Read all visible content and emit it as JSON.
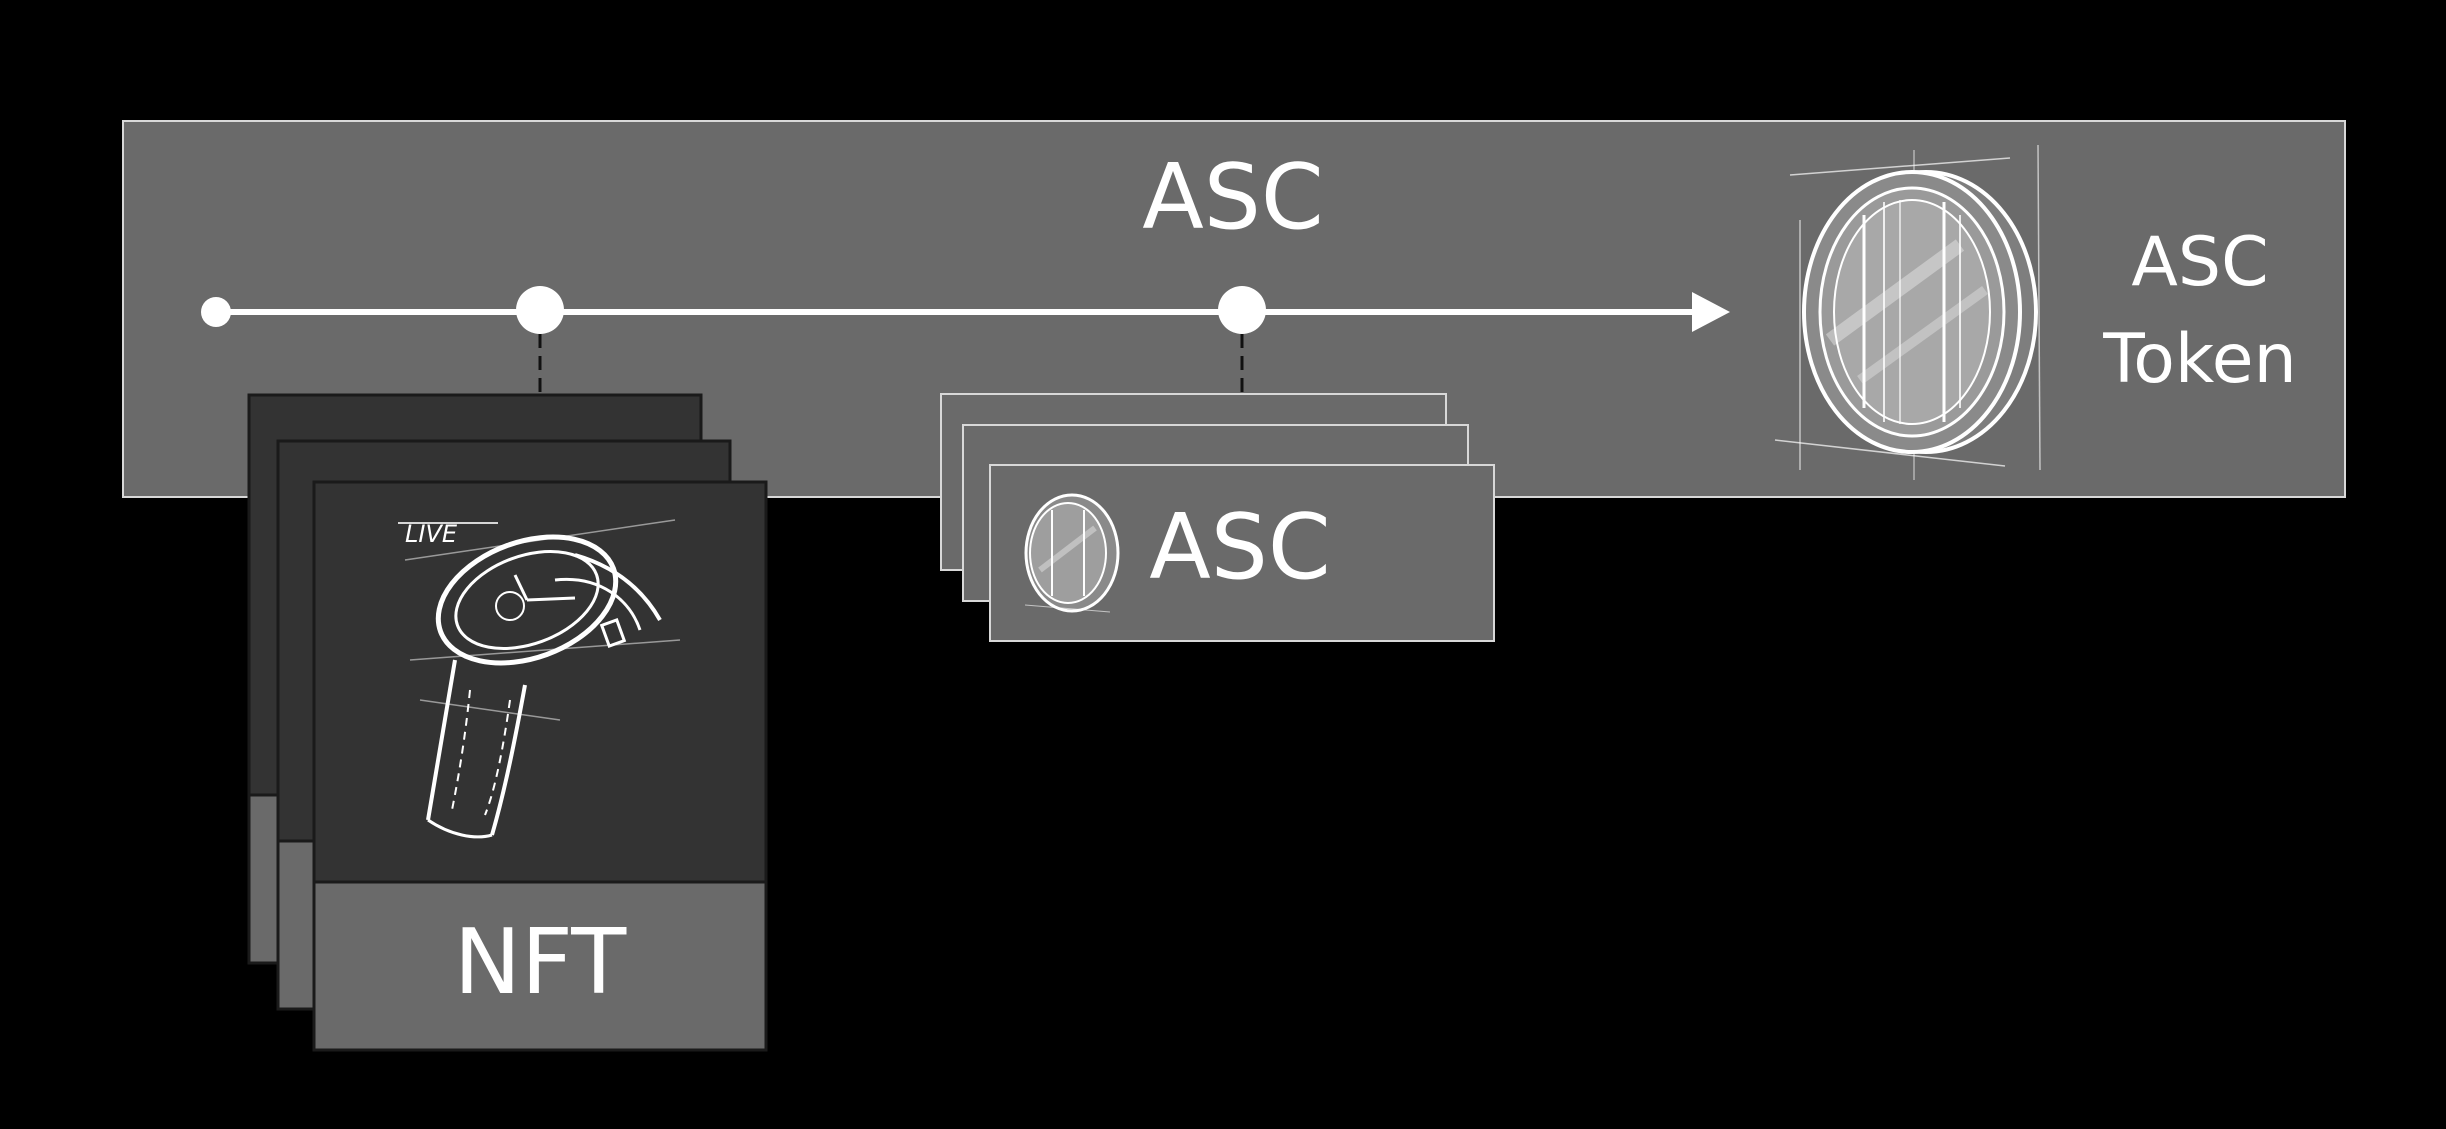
{
  "diagram": {
    "title": "ASC",
    "token_label_line1": "ASC",
    "token_label_line2": "Token",
    "card_label": "ASC",
    "nft_label": "NFT",
    "watch_badge": "LIVE"
  },
  "colors": {
    "background": "#000000",
    "panel": "#6a6a6a",
    "panel_border": "#d8d8d8",
    "dark_card": "#333333",
    "text": "#ffffff"
  }
}
